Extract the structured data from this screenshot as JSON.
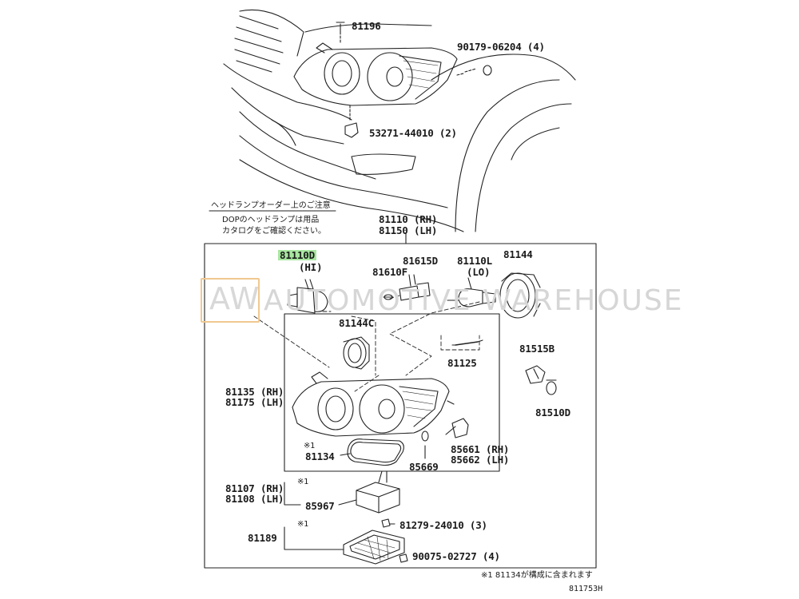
{
  "watermark": {
    "short": "AW",
    "long": "AUTOMOTIVE WAREHOUSE"
  },
  "note": {
    "line1": "ヘッドランプオーダー上のご注意",
    "line2": "DOPのヘッドランプは用品",
    "line3": "カタログをご確認ください。"
  },
  "labels": {
    "p81196": "81196",
    "p90179": "90179-06204 (4)",
    "p53271": "53271-44010 (2)",
    "p81110rh": "81110 (RH)",
    "p81150lh": "81150 (LH)",
    "p81110d": "81110D",
    "p81110d_sub": "(HI)",
    "p81610f": "81610F",
    "p81615d": "81615D",
    "p81110l": "81110L",
    "p81110l_sub": "(LO)",
    "p81144": "81144",
    "p81144c": "81144C",
    "p81125": "81125",
    "p81515b": "81515B",
    "p81510d": "81510D",
    "p81135rh": "81135 (RH)",
    "p81175lh": "81175 (LH)",
    "p81134_mark": "※1",
    "p81134": "81134",
    "p85669": "85669",
    "p85661rh": "85661 (RH)",
    "p85662lh": "85662 (LH)",
    "p81107_mark": "※1",
    "p81107rh": "81107 (RH)",
    "p81108lh": "81108 (LH)",
    "p85967": "85967",
    "p81279": "81279-24010 (3)",
    "p81189_mark": "※1",
    "p81189": "81189",
    "p90075": "90075-02727 (4)",
    "footnote": "※1 81134が構成に含まれます",
    "diagram_code": "811753H"
  },
  "colors": {
    "highlight": "#a8e6a0",
    "watermark_accent": "#f0c890"
  }
}
